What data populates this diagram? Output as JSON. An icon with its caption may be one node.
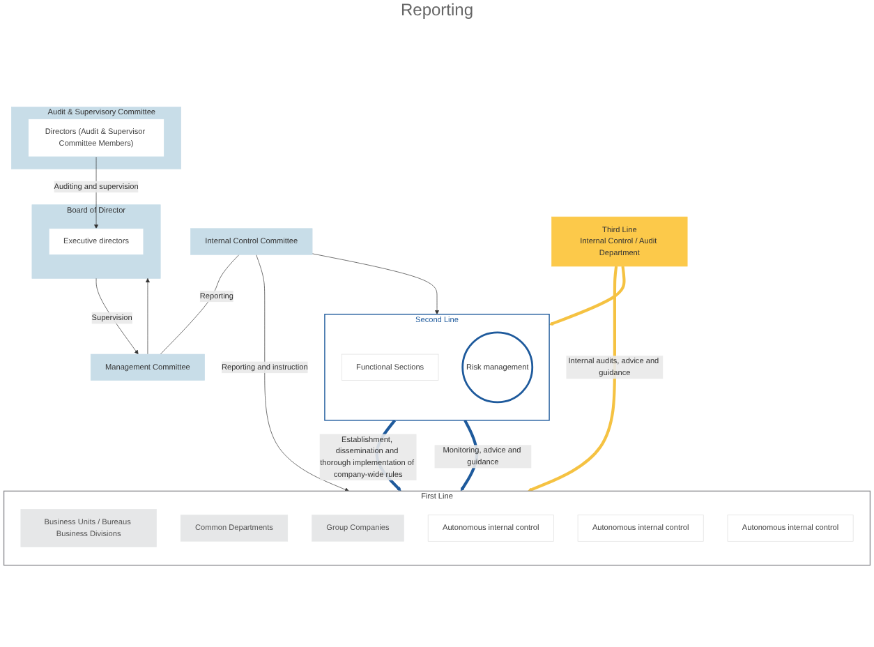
{
  "diagram": {
    "nodes": [
      {
        "text": [
          "Board of Director"
        ]
      },
      {
        "text": [
          "Executive directors"
        ],
        "in": 0
      },
      {
        "text": [
          "Audit & Supervisory Committee"
        ]
      },
      {
        "text": [
          "Directors (Audit & Supervisor Committee Members)"
        ],
        "in": 2
      },
      {
        "text": [
          "Management Committee"
        ]
      },
      {
        "text": [
          "Internal Control Committee"
        ]
      },
      {
        "text": [
          "First Line"
        ]
      },
      {
        "text": [
          "Business Units / Bureaus Business Divisions"
        ],
        "in": 6
      },
      {
        "text": [
          "Common Departments"
        ],
        "in": 6
      },
      {
        "text": [
          "Group Companies"
        ],
        "in": 6
      },
      {
        "text": [
          "Autonomous internal control"
        ],
        "in": 6
      },
      {
        "text": [
          "Autonomous internal control"
        ],
        "in": 6
      },
      {
        "text": [
          "Autonomous internal control"
        ],
        "in": 6
      },
      {
        "text": [
          "Second Line"
        ]
      },
      {
        "text": [
          "Functional Sections"
        ],
        "in": 13
      },
      {
        "text": [
          "Risk management"
        ],
        "in": 13
      },
      {
        "text": [
          "Third Line",
          "Internal Control / Audit Department"
        ]
      }
    ],
    "edges": [
      {
        "from": 3,
        "to": 1,
        "arrow": "to",
        "label": "Auditing and supervision"
      },
      {
        "from": 0,
        "to": 4,
        "arrow": "to",
        "label": "Supervision"
      },
      {
        "from": 4,
        "to": 0,
        "arrow": "to"
      },
      {
        "from": 5,
        "to": 4,
        "arrow": "none",
        "label": "Reporting"
      },
      {
        "from": 5,
        "to": 6,
        "arrow": "to",
        "label": "Reporting and instruction"
      },
      {
        "from": 5,
        "to": 13,
        "arrow": "to"
      },
      {
        "from": 13,
        "to": 6,
        "arrow": "to",
        "label": "Establishment, dissemination and thorough implementation of company-wide rules",
        "style": "thick",
        "color": "#1e5a9c"
      },
      {
        "from": 13,
        "to": 6,
        "arrow": "to",
        "label": "Monitoring, advice and guidance",
        "style": "thick",
        "color": "#1e5a9c"
      },
      {
        "from": 16,
        "to": 6,
        "arrow": "to",
        "label": "Internal audits, advice and guidance",
        "style": "thick",
        "color": "#f5c242"
      },
      {
        "from": 16,
        "to": 13,
        "arrow": "to",
        "style": "thick",
        "color": "#f5c242"
      }
    ],
    "labels": [
      "Reporting"
    ]
  }
}
